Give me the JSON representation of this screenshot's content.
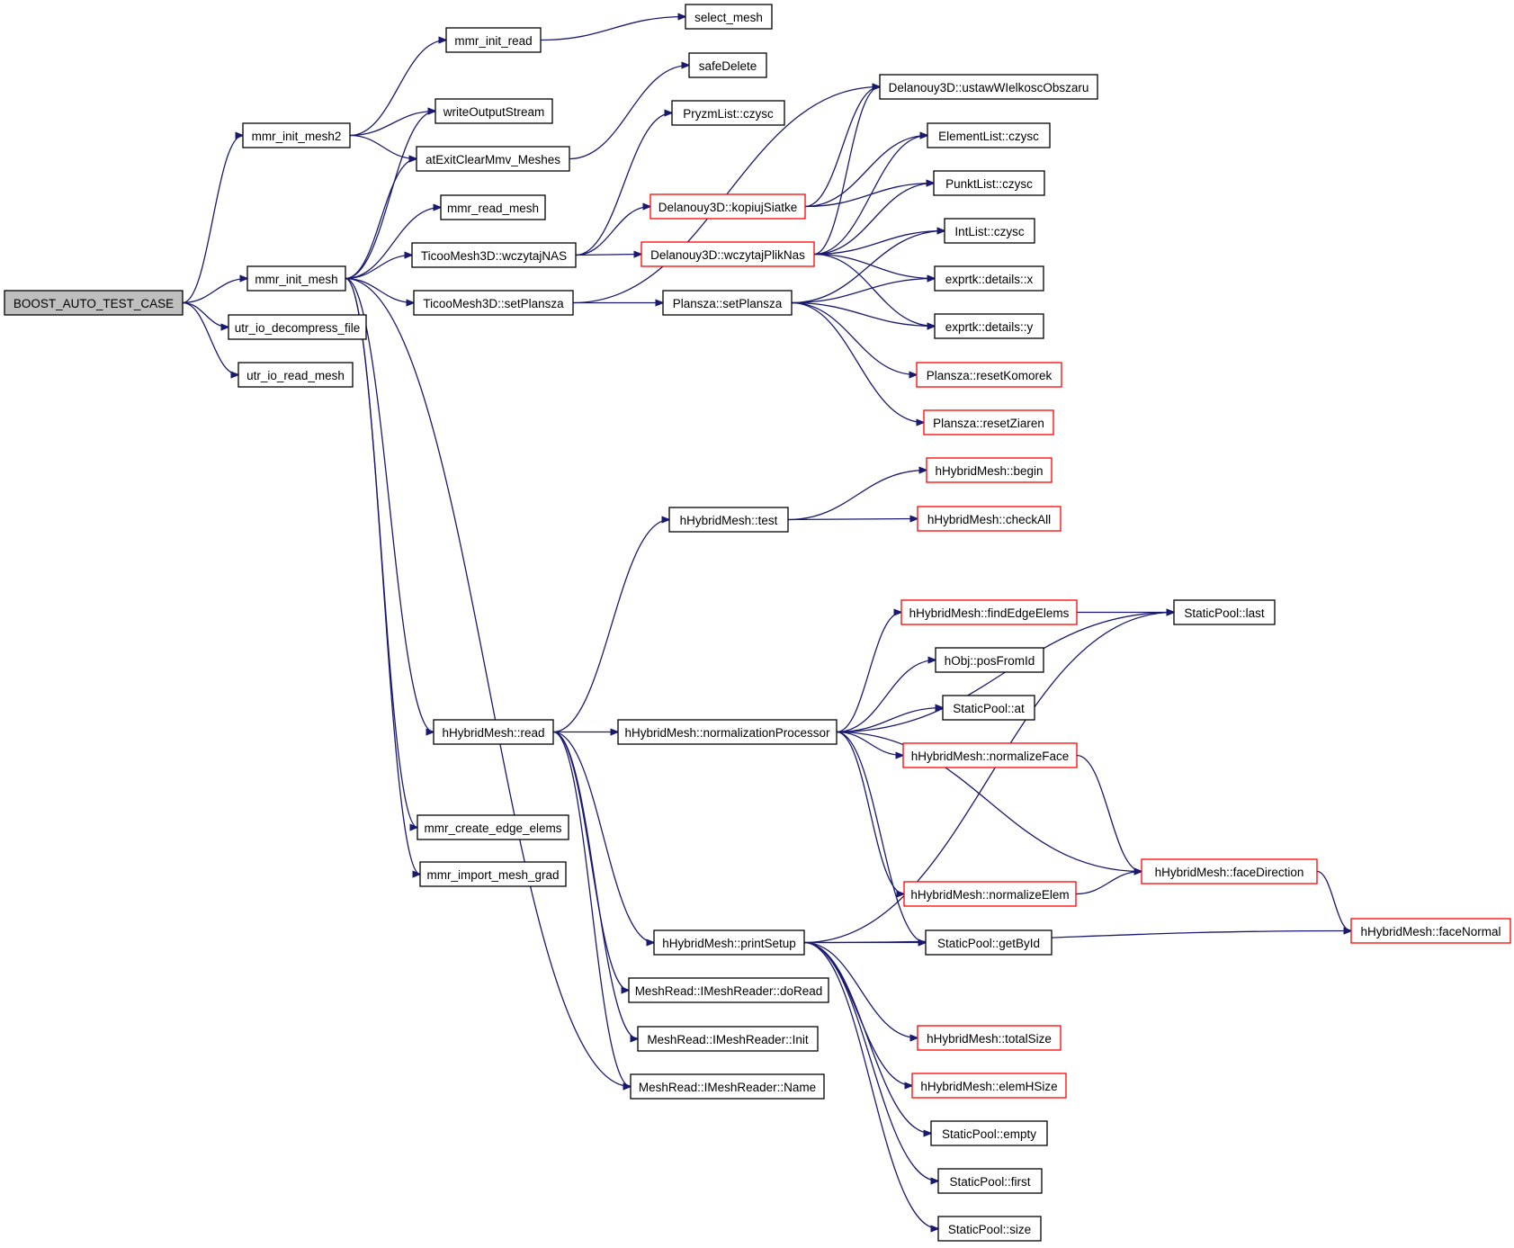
{
  "nodes": [
    {
      "id": "boost",
      "label": "BOOST_AUTO_TEST_CASE",
      "style": "root"
    },
    {
      "id": "mmr_init_mesh2",
      "label": "mmr_init_mesh2",
      "style": "normal"
    },
    {
      "id": "mmr_init_mesh",
      "label": "mmr_init_mesh",
      "style": "normal"
    },
    {
      "id": "utr_io_decompress_file",
      "label": "utr_io_decompress_file",
      "style": "normal"
    },
    {
      "id": "utr_io_read_mesh",
      "label": "utr_io_read_mesh",
      "style": "normal"
    },
    {
      "id": "mmr_init_read",
      "label": "mmr_init_read",
      "style": "normal"
    },
    {
      "id": "writeOutputStream",
      "label": "writeOutputStream",
      "style": "normal"
    },
    {
      "id": "atExitClearMmv_Meshes",
      "label": "atExitClearMmv_Meshes",
      "style": "normal"
    },
    {
      "id": "mmr_read_mesh",
      "label": "mmr_read_mesh",
      "style": "normal"
    },
    {
      "id": "TicooMesh3D_wczytajNAS",
      "label": "TicooMesh3D::wczytajNAS",
      "style": "normal"
    },
    {
      "id": "TicooMesh3D_setPlansza",
      "label": "TicooMesh3D::setPlansza",
      "style": "normal"
    },
    {
      "id": "hHybridMesh_read",
      "label": "hHybridMesh::read",
      "style": "normal"
    },
    {
      "id": "mmr_create_edge_elems",
      "label": "mmr_create_edge_elems",
      "style": "normal"
    },
    {
      "id": "mmr_import_mesh_grad",
      "label": "mmr_import_mesh_grad",
      "style": "normal"
    },
    {
      "id": "select_mesh",
      "label": "select_mesh",
      "style": "normal"
    },
    {
      "id": "safeDelete",
      "label": "safeDelete",
      "style": "normal"
    },
    {
      "id": "PryzmList_czysc",
      "label": "PryzmList::czysc",
      "style": "normal"
    },
    {
      "id": "Delanouy3D_kopiujSiatke",
      "label": "Delanouy3D::kopiujSiatke",
      "style": "red"
    },
    {
      "id": "Delanouy3D_wczytajPlikNas",
      "label": "Delanouy3D::wczytajPlikNas",
      "style": "red"
    },
    {
      "id": "Plansza_setPlansza",
      "label": "Plansza::setPlansza",
      "style": "normal"
    },
    {
      "id": "hHybridMesh_test",
      "label": "hHybridMesh::test",
      "style": "normal"
    },
    {
      "id": "hHybridMesh_normalizationProcessor",
      "label": "hHybridMesh::normalizationProcessor",
      "style": "normal"
    },
    {
      "id": "hHybridMesh_printSetup",
      "label": "hHybridMesh::printSetup",
      "style": "normal"
    },
    {
      "id": "MeshRead_doRead",
      "label": "MeshRead::IMeshReader::doRead",
      "style": "normal"
    },
    {
      "id": "MeshRead_Init",
      "label": "MeshRead::IMeshReader::Init",
      "style": "normal"
    },
    {
      "id": "MeshRead_Name",
      "label": "MeshRead::IMeshReader::Name",
      "style": "normal"
    },
    {
      "id": "Delanouy3D_ustaw",
      "label": "Delanouy3D::ustawWIelkoscObszaru",
      "style": "normal"
    },
    {
      "id": "ElementList_czysc",
      "label": "ElementList::czysc",
      "style": "normal"
    },
    {
      "id": "PunktList_czysc",
      "label": "PunktList::czysc",
      "style": "normal"
    },
    {
      "id": "IntList_czysc",
      "label": "IntList::czysc",
      "style": "normal"
    },
    {
      "id": "exprtk_x",
      "label": "exprtk::details::x",
      "style": "normal"
    },
    {
      "id": "exprtk_y",
      "label": "exprtk::details::y",
      "style": "normal"
    },
    {
      "id": "Plansza_resetKomorek",
      "label": "Plansza::resetKomorek",
      "style": "red"
    },
    {
      "id": "Plansza_resetZiaren",
      "label": "Plansza::resetZiaren",
      "style": "red"
    },
    {
      "id": "hHybridMesh_begin",
      "label": "hHybridMesh::begin",
      "style": "red"
    },
    {
      "id": "hHybridMesh_checkAll",
      "label": "hHybridMesh::checkAll",
      "style": "red"
    },
    {
      "id": "hHybridMesh_findEdgeElems",
      "label": "hHybridMesh::findEdgeElems",
      "style": "red"
    },
    {
      "id": "hObj_posFromId",
      "label": "hObj::posFromId",
      "style": "normal"
    },
    {
      "id": "StaticPool_at",
      "label": "StaticPool::at",
      "style": "normal"
    },
    {
      "id": "hHybridMesh_normalizeFace",
      "label": "hHybridMesh::normalizeFace",
      "style": "red"
    },
    {
      "id": "hHybridMesh_normalizeElem",
      "label": "hHybridMesh::normalizeElem",
      "style": "red"
    },
    {
      "id": "StaticPool_getById",
      "label": "StaticPool::getById",
      "style": "normal"
    },
    {
      "id": "hHybridMesh_totalSize",
      "label": "hHybridMesh::totalSize",
      "style": "red"
    },
    {
      "id": "hHybridMesh_elemHSize",
      "label": "hHybridMesh::elemHSize",
      "style": "red"
    },
    {
      "id": "StaticPool_empty",
      "label": "StaticPool::empty",
      "style": "normal"
    },
    {
      "id": "StaticPool_first",
      "label": "StaticPool::first",
      "style": "normal"
    },
    {
      "id": "StaticPool_size",
      "label": "StaticPool::size",
      "style": "normal"
    },
    {
      "id": "StaticPool_last",
      "label": "StaticPool::last",
      "style": "normal"
    },
    {
      "id": "hHybridMesh_faceDirection",
      "label": "hHybridMesh::faceDirection",
      "style": "red"
    },
    {
      "id": "hHybridMesh_faceNormal",
      "label": "hHybridMesh::faceNormal",
      "style": "red"
    }
  ],
  "edges": [
    [
      "boost",
      "mmr_init_mesh2"
    ],
    [
      "boost",
      "mmr_init_mesh"
    ],
    [
      "boost",
      "utr_io_decompress_file"
    ],
    [
      "boost",
      "utr_io_read_mesh"
    ],
    [
      "mmr_init_mesh2",
      "mmr_init_read"
    ],
    [
      "mmr_init_mesh2",
      "writeOutputStream"
    ],
    [
      "mmr_init_mesh2",
      "atExitClearMmv_Meshes"
    ],
    [
      "mmr_init_read",
      "select_mesh"
    ],
    [
      "atExitClearMmv_Meshes",
      "safeDelete"
    ],
    [
      "mmr_init_mesh",
      "writeOutputStream"
    ],
    [
      "mmr_init_mesh",
      "atExitClearMmv_Meshes"
    ],
    [
      "mmr_init_mesh",
      "mmr_read_mesh"
    ],
    [
      "mmr_init_mesh",
      "TicooMesh3D_wczytajNAS"
    ],
    [
      "mmr_init_mesh",
      "TicooMesh3D_setPlansza"
    ],
    [
      "mmr_init_mesh",
      "hHybridMesh_read"
    ],
    [
      "mmr_init_mesh",
      "mmr_create_edge_elems"
    ],
    [
      "mmr_init_mesh",
      "mmr_import_mesh_grad"
    ],
    [
      "mmr_init_mesh",
      "MeshRead_Name"
    ],
    [
      "TicooMesh3D_wczytajNAS",
      "PryzmList_czysc"
    ],
    [
      "TicooMesh3D_wczytajNAS",
      "Delanouy3D_kopiujSiatke"
    ],
    [
      "TicooMesh3D_wczytajNAS",
      "Delanouy3D_wczytajPlikNas"
    ],
    [
      "TicooMesh3D_setPlansza",
      "Delanouy3D_ustaw"
    ],
    [
      "TicooMesh3D_setPlansza",
      "Plansza_setPlansza"
    ],
    [
      "Delanouy3D_kopiujSiatke",
      "Delanouy3D_ustaw"
    ],
    [
      "Delanouy3D_kopiujSiatke",
      "ElementList_czysc"
    ],
    [
      "Delanouy3D_kopiujSiatke",
      "PunktList_czysc"
    ],
    [
      "Delanouy3D_wczytajPlikNas",
      "Delanouy3D_ustaw"
    ],
    [
      "Delanouy3D_wczytajPlikNas",
      "ElementList_czysc"
    ],
    [
      "Delanouy3D_wczytajPlikNas",
      "PunktList_czysc"
    ],
    [
      "Delanouy3D_wczytajPlikNas",
      "IntList_czysc"
    ],
    [
      "Delanouy3D_wczytajPlikNas",
      "exprtk_x"
    ],
    [
      "Delanouy3D_wczytajPlikNas",
      "exprtk_y"
    ],
    [
      "Plansza_setPlansza",
      "IntList_czysc"
    ],
    [
      "Plansza_setPlansza",
      "exprtk_x"
    ],
    [
      "Plansza_setPlansza",
      "exprtk_y"
    ],
    [
      "Plansza_setPlansza",
      "Plansza_resetKomorek"
    ],
    [
      "Plansza_setPlansza",
      "Plansza_resetZiaren"
    ],
    [
      "hHybridMesh_read",
      "hHybridMesh_test"
    ],
    [
      "hHybridMesh_read",
      "hHybridMesh_normalizationProcessor"
    ],
    [
      "hHybridMesh_read",
      "hHybridMesh_printSetup"
    ],
    [
      "hHybridMesh_read",
      "MeshRead_doRead"
    ],
    [
      "hHybridMesh_read",
      "MeshRead_Init"
    ],
    [
      "hHybridMesh_read",
      "MeshRead_Name"
    ],
    [
      "hHybridMesh_test",
      "hHybridMesh_begin"
    ],
    [
      "hHybridMesh_test",
      "hHybridMesh_checkAll"
    ],
    [
      "hHybridMesh_normalizationProcessor",
      "StaticPool_last"
    ],
    [
      "hHybridMesh_normalizationProcessor",
      "hHybridMesh_findEdgeElems"
    ],
    [
      "hHybridMesh_normalizationProcessor",
      "hObj_posFromId"
    ],
    [
      "hHybridMesh_normalizationProcessor",
      "StaticPool_at"
    ],
    [
      "hHybridMesh_normalizationProcessor",
      "hHybridMesh_normalizeFace"
    ],
    [
      "hHybridMesh_normalizationProcessor",
      "hHybridMesh_faceDirection"
    ],
    [
      "hHybridMesh_normalizationProcessor",
      "hHybridMesh_normalizeElem"
    ],
    [
      "hHybridMesh_normalizationProcessor",
      "StaticPool_getById"
    ],
    [
      "hHybridMesh_findEdgeElems",
      "StaticPool_last"
    ],
    [
      "hHybridMesh_normalizeFace",
      "hHybridMesh_faceDirection"
    ],
    [
      "hHybridMesh_normalizeElem",
      "hHybridMesh_faceDirection"
    ],
    [
      "hHybridMesh_faceDirection",
      "hHybridMesh_faceNormal"
    ],
    [
      "hHybridMesh_printSetup",
      "StaticPool_last"
    ],
    [
      "hHybridMesh_printSetup",
      "StaticPool_getById"
    ],
    [
      "hHybridMesh_printSetup",
      "hHybridMesh_faceNormal"
    ],
    [
      "hHybridMesh_printSetup",
      "hHybridMesh_totalSize"
    ],
    [
      "hHybridMesh_printSetup",
      "hHybridMesh_elemHSize"
    ],
    [
      "hHybridMesh_printSetup",
      "StaticPool_empty"
    ],
    [
      "hHybridMesh_printSetup",
      "StaticPool_first"
    ],
    [
      "hHybridMesh_printSetup",
      "StaticPool_size"
    ]
  ]
}
